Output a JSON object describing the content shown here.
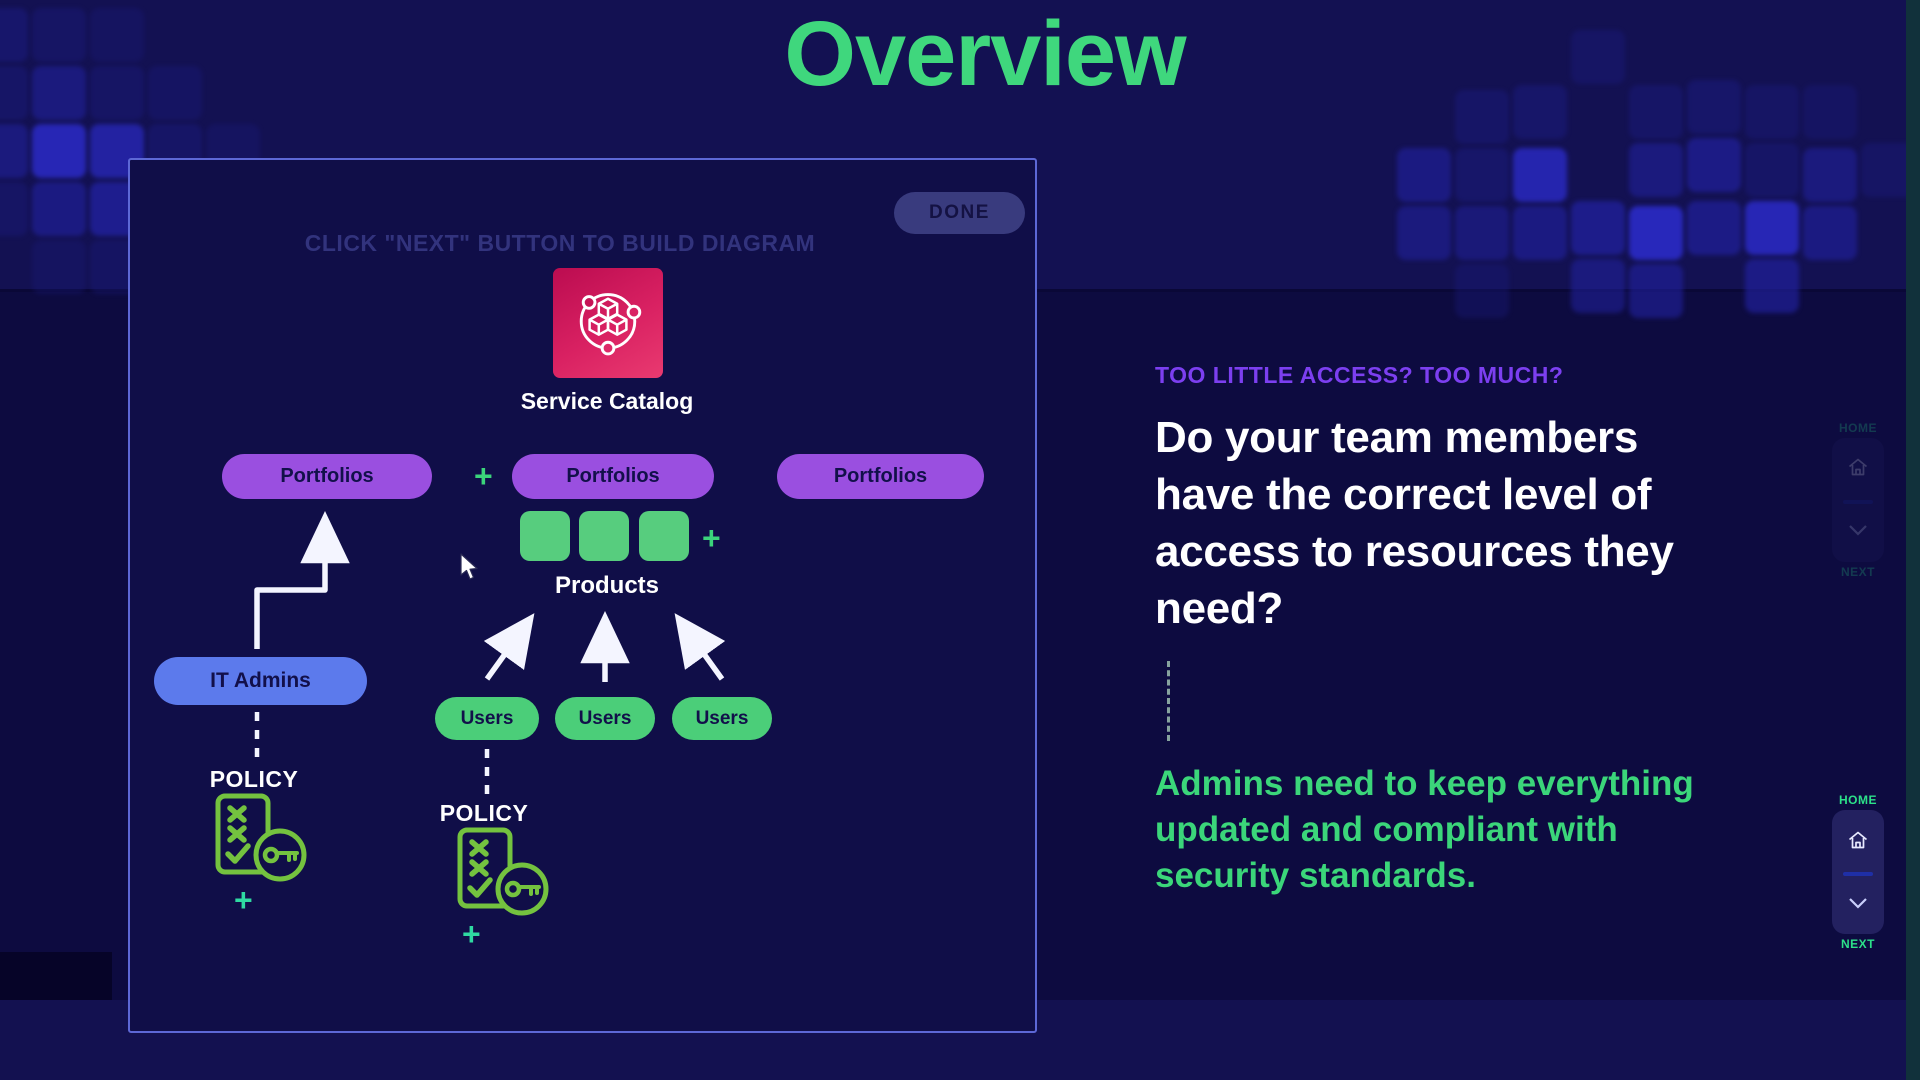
{
  "page": {
    "title": "Overview"
  },
  "panel": {
    "instruction": "CLICK \"NEXT\" BUTTON TO BUILD DIAGRAM",
    "done_label": "DONE",
    "service_catalog_label": "Service Catalog",
    "portfolios": [
      "Portfolios",
      "Portfolios",
      "Portfolios"
    ],
    "plus": "+",
    "products_label": "Products",
    "it_admins_label": "IT Admins",
    "users": [
      "Users",
      "Users",
      "Users"
    ],
    "policy_label": "POLICY"
  },
  "aside": {
    "kicker": "TOO LITTLE ACCESS? TOO MUCH?",
    "heading_lines": [
      "Do your team members",
      "have the correct level of",
      "access to resources they",
      "need?"
    ],
    "note_lines": [
      "Admins need to keep everything",
      "updated and compliant with",
      "security standards."
    ]
  },
  "nav": {
    "home_label": "HOME",
    "next_label": "NEXT"
  },
  "colors": {
    "title_green": "#3fd77d",
    "portfolio_purple": "#9a4fe0",
    "admin_blue": "#5c7aec",
    "user_green": "#4bce79",
    "kicker_purple": "#7c3ff0",
    "note_green": "#3bd67a",
    "service_catalog_pink": "#d21a5b",
    "policy_icon_green": "#74c23f",
    "panel_border_blue": "#5d68d6"
  },
  "icons": {
    "service_catalog": "service-catalog-icon",
    "policy": "policy-document-key-icon",
    "home": "house-icon",
    "next": "chevron-down-icon",
    "cursor": "mouse-cursor-icon"
  }
}
